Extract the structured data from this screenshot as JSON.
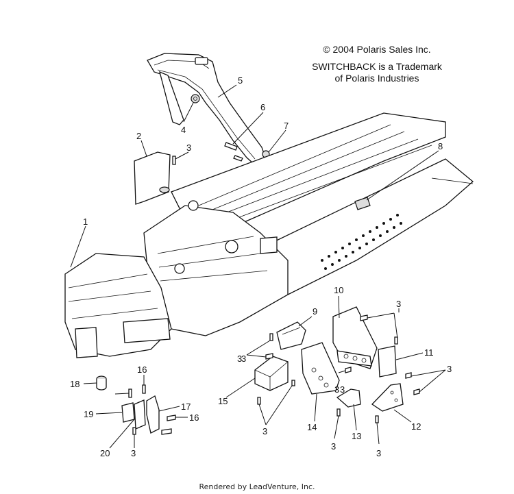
{
  "copyright": "© 2004 Polaris Sales Inc.",
  "trademark_line1": "SWITCHBACK is a Trademark",
  "trademark_line2": "of Polaris Industries",
  "footer": "Rendered by LeadVenture, Inc.",
  "callouts": [
    "1",
    "2",
    "3",
    "3",
    "3",
    "3",
    "3",
    "3",
    "3",
    "3",
    "3",
    "3",
    "3",
    "4",
    "5",
    "6",
    "7",
    "8",
    "9",
    "10",
    "11",
    "12",
    "13",
    "14",
    "15",
    "16",
    "16",
    "17",
    "18",
    "19",
    "20"
  ]
}
